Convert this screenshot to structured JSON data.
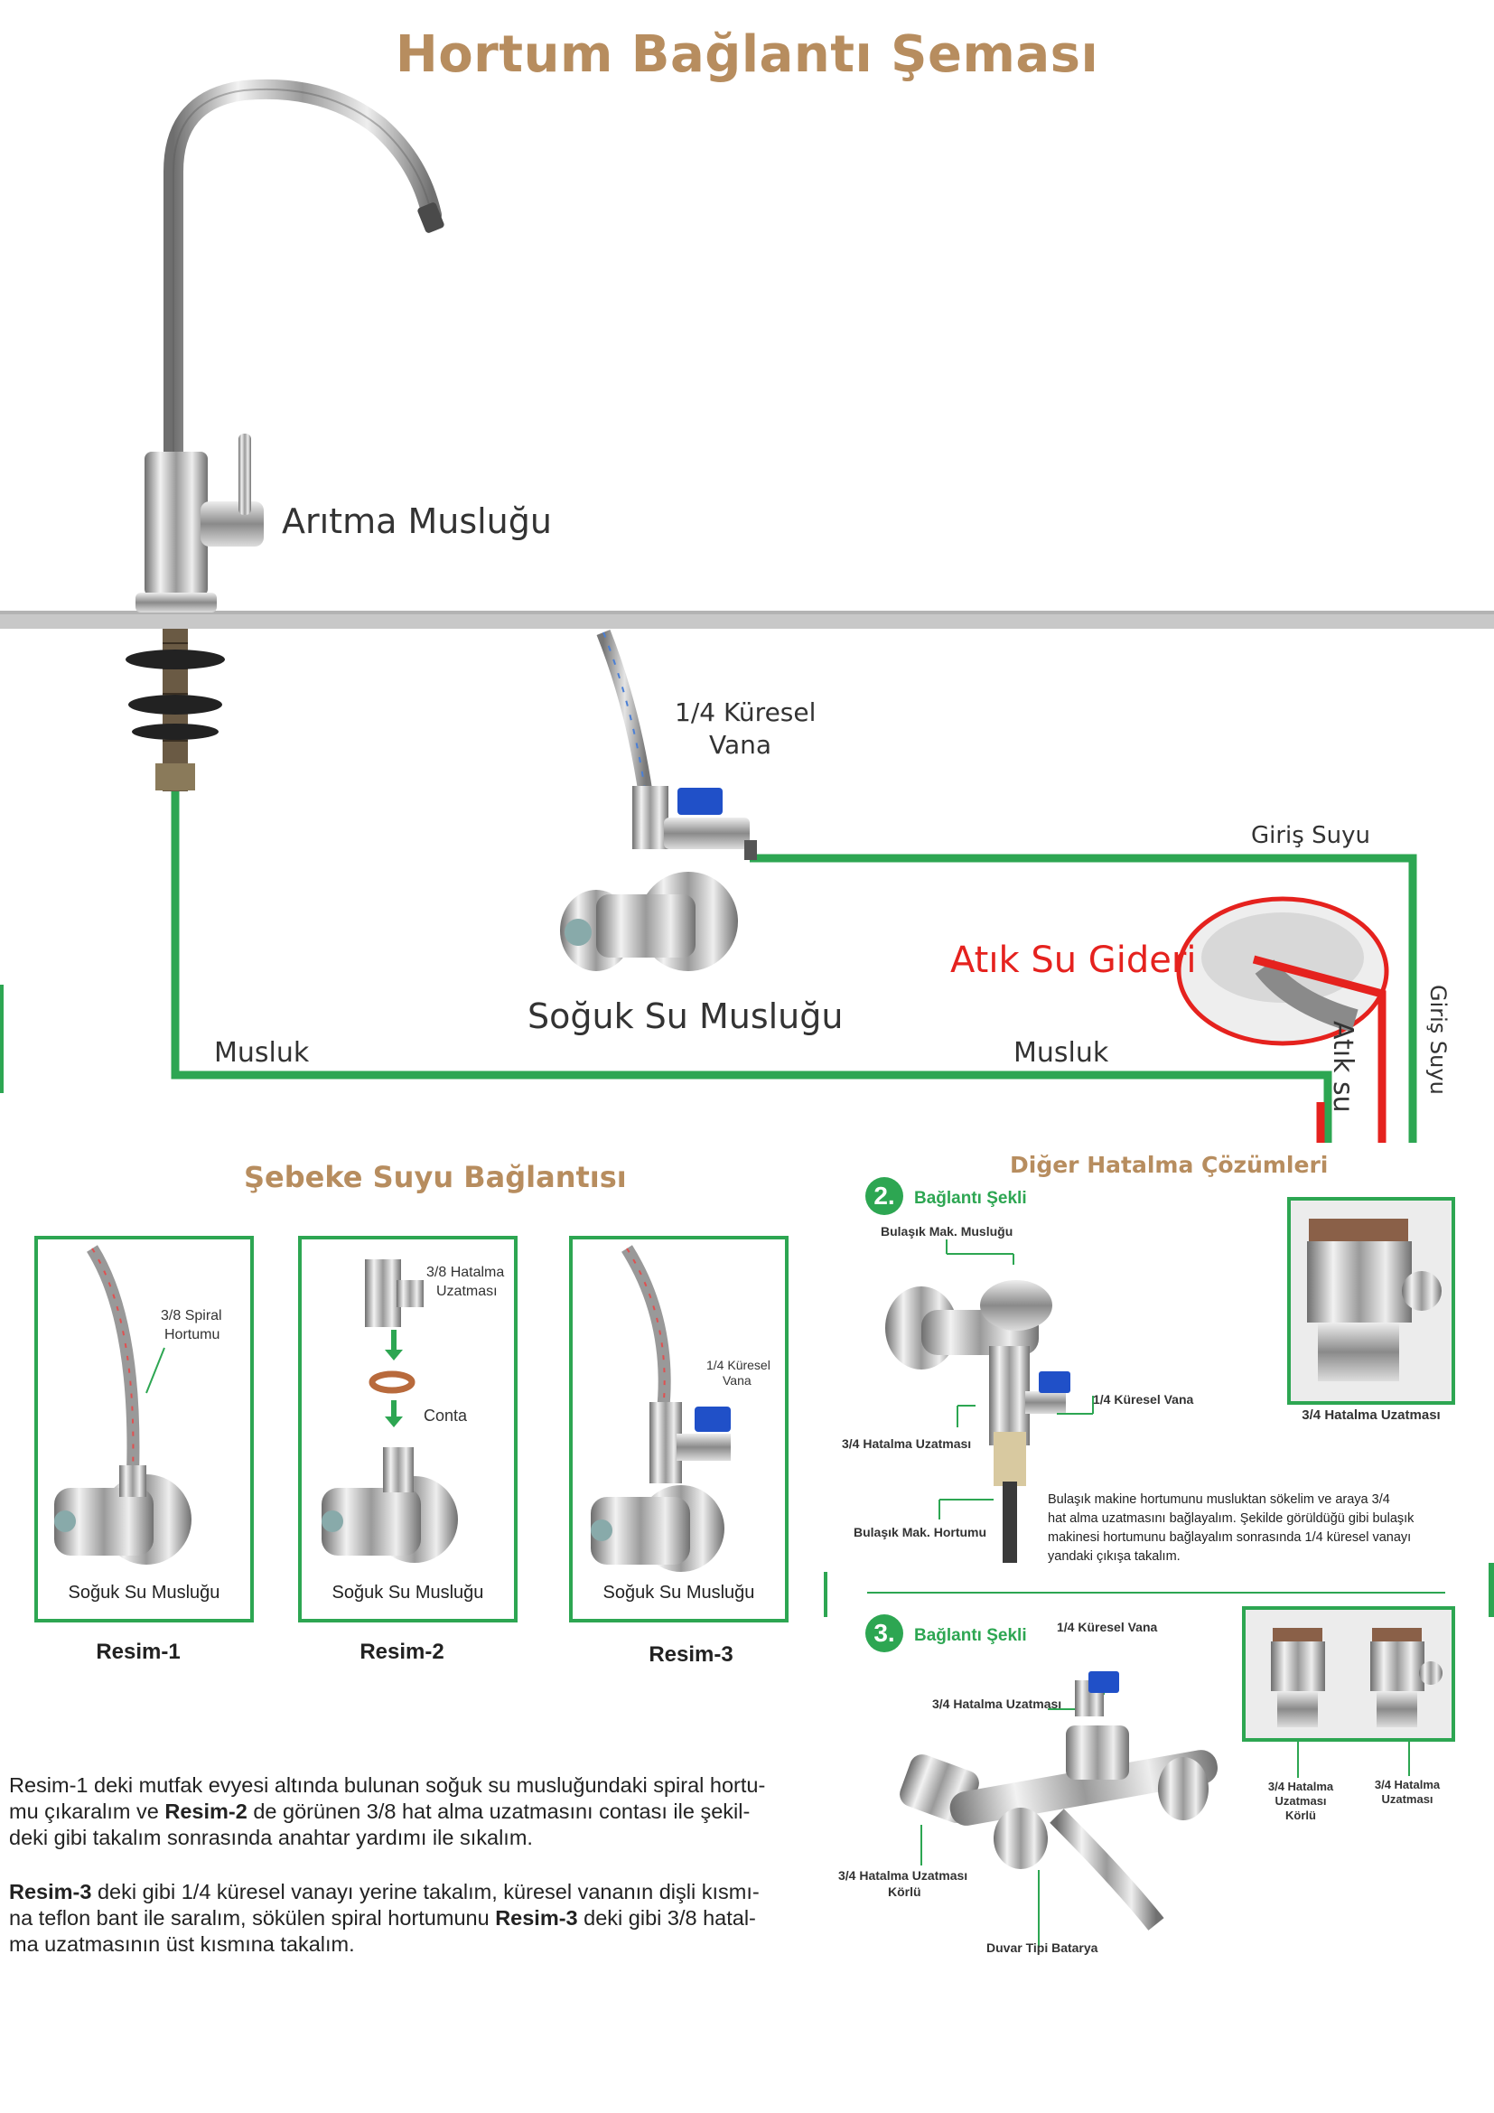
{
  "title": "Hortum Bağlantı Şeması",
  "top_diagram": {
    "faucet_label": "Arıtma Musluğu",
    "ball_valve_label_1": "1/4 Küresel",
    "ball_valve_label_2": "Vana",
    "cold_tap_label": "Soğuk Su Musluğu",
    "inlet_label_top": "Giriş Suyu",
    "inlet_label_vertical": "Giriş Suyu",
    "waste_label": "Atık Su Gideri",
    "waste_vertical": "Atık su",
    "musluk_left": "Musluk",
    "musluk_right": "Musluk",
    "colors": {
      "pipe_green": "#2da652",
      "pipe_red": "#e5221e",
      "counter_gray": "#c8c8c8",
      "title_brown": "#b78d5f"
    }
  },
  "network": {
    "heading": "Şebeke Suyu Bağlantısı",
    "panels": [
      {
        "caption": "Soğuk Su Musluğu",
        "resim": "Resim-1",
        "note_1": "3/8 Spiral",
        "note_2": "Hortumu"
      },
      {
        "caption": "Soğuk Su Musluğu",
        "resim": "Resim-2",
        "note_1": "3/8 Hatalma",
        "note_2": "Uzatması",
        "gasket": "Conta"
      },
      {
        "caption": "Soğuk Su Musluğu",
        "resim": "Resim-3",
        "note_1": "1/4 Küresel",
        "note_2": "Vana"
      }
    ],
    "paragraph_1_a": "Resim-1 deki mutfak evyesi altında bulunan soğuk su musluğundaki spiral hortu-",
    "paragraph_1_b_pre": "mu çıkaralım ve ",
    "paragraph_1_b_bold": "Resim-2",
    "paragraph_1_b_post": " de görünen 3/8 hat alma uzatmasını contası ile şekil-",
    "paragraph_1_c": "deki gibi takalım sonrasında anahtar yardımı ile sıkalım.",
    "paragraph_2_a_bold": "Resim-3",
    "paragraph_2_a_post": " deki gibi 1/4 küresel vanayı yerine takalım, küresel vananın dişli kısmı-",
    "paragraph_2_b_pre": "na teflon bant ile saralım, sökülen spiral hortumunu ",
    "paragraph_2_b_bold": "Resim-3",
    "paragraph_2_b_post": " deki gibi 3/8 hatal-",
    "paragraph_2_c": "ma uzatmasının üst kısmına takalım."
  },
  "other": {
    "heading": "Diğer Hatalma Çözümleri",
    "step2": {
      "num": "2.",
      "title": "Bağlantı Şekli",
      "dishwasher_tap": "Bulaşık  Mak. Musluğu",
      "ball_valve": "1/4 Küresel Vana",
      "extension": "3/4 Hatalma Uzatması",
      "hose": "Bulaşık Mak. Hortumu",
      "photo_caption": "3/4 Hatalma Uzatması",
      "desc_1": "Bulaşık makine hortumunu musluktan sökelim ve araya 3/4",
      "desc_2": "hat alma uzatmasını bağlayalım.  Şekilde görüldüğü gibi bulaşık",
      "desc_3": "makinesi hortumunu bağlayalım sonrasında 1/4 küresel vanayı",
      "desc_4": "yandaki çıkışa takalım."
    },
    "step3": {
      "num": "3.",
      "title": "Bağlantı Şekli",
      "ball_valve": "1/4 Küresel Vana",
      "extension": "3/4 Hatalma Uzatması",
      "blind_1": "3/4 Hatalma Uzatması",
      "blind_2": "Körlü",
      "wall_mixer": "Duvar Tipi Batarya",
      "photo_a_1": "3/4 Hatalma",
      "photo_a_2": "Uzatması",
      "photo_a_3": "Körlü",
      "photo_b_1": "3/4 Hatalma",
      "photo_b_2": "Uzatması"
    }
  }
}
